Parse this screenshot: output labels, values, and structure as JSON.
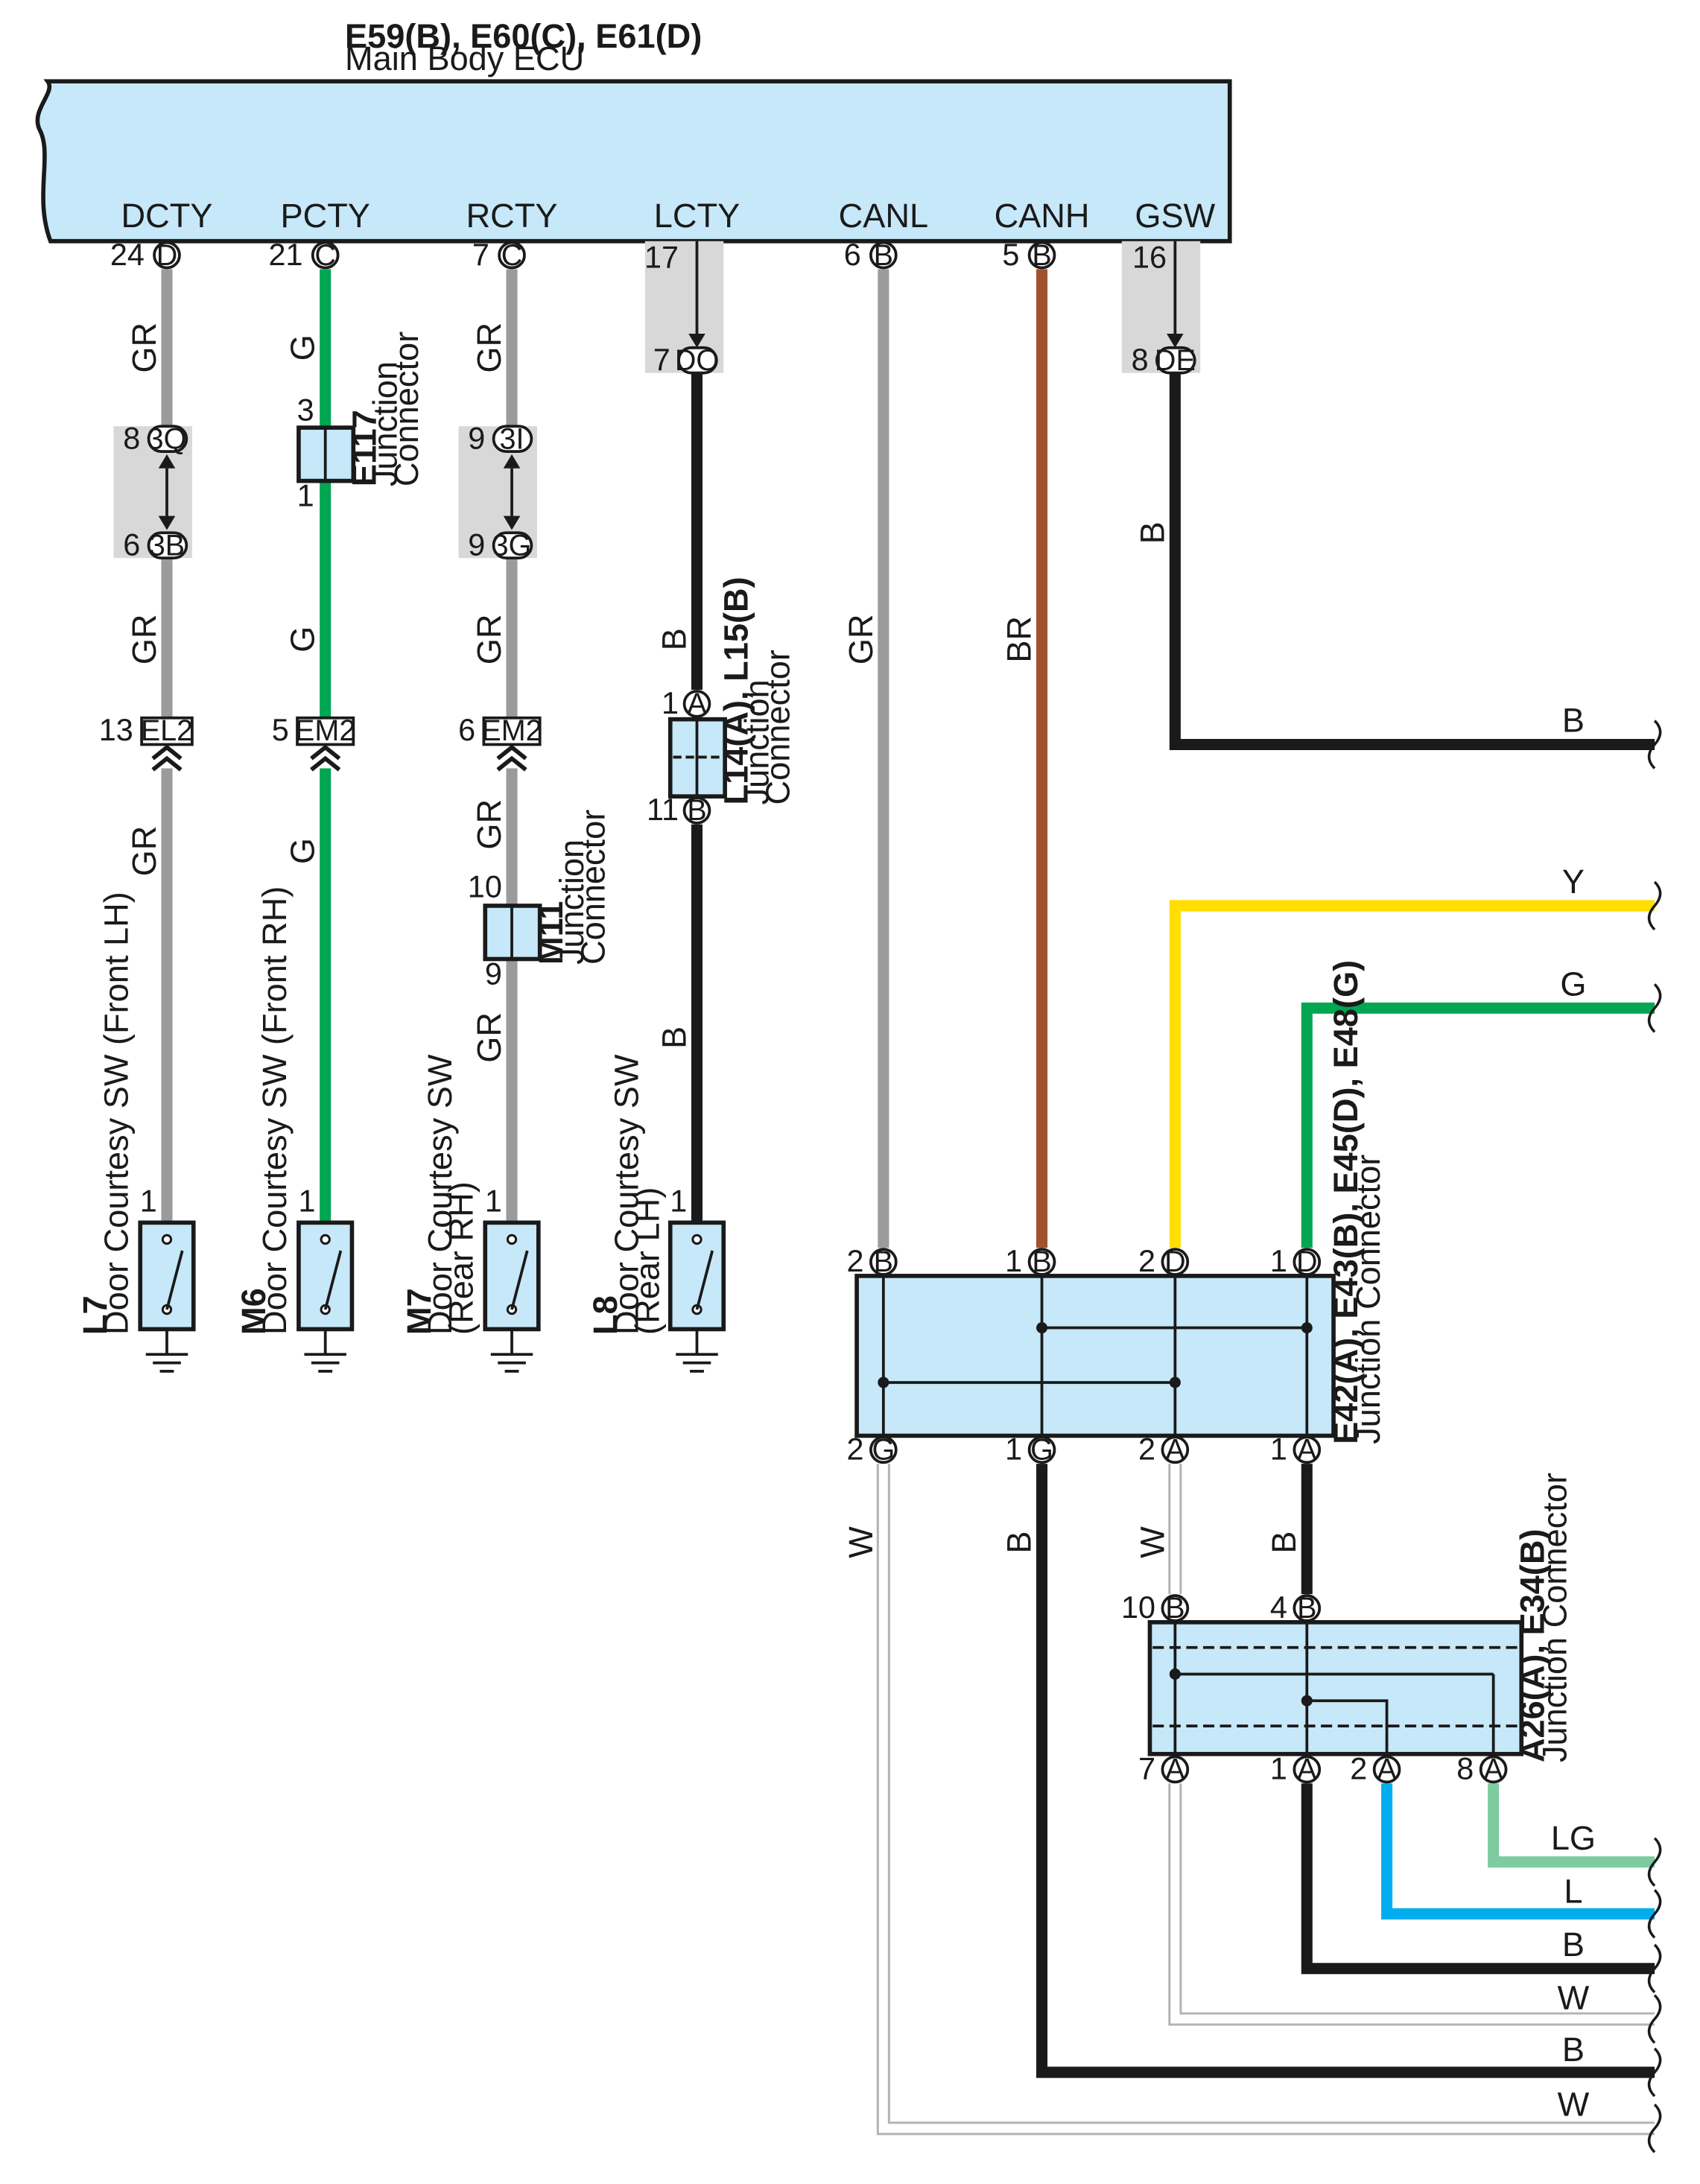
{
  "ecu": {
    "codes": "E59(B), E60(C), E61(D)",
    "name": "Main Body ECU",
    "terminals": [
      "DCTY",
      "PCTY",
      "RCTY",
      "LCTY",
      "CANL",
      "CANH",
      "GSW"
    ]
  },
  "pins": {
    "dcty": {
      "num": "24",
      "conn": "D"
    },
    "pcty": {
      "num": "21",
      "conn": "C"
    },
    "rcty": {
      "num": "7",
      "conn": "C"
    },
    "lcty_top": "17",
    "lcty_do_num": "7",
    "lcty_do": "DO",
    "canl": {
      "num": "6",
      "conn": "B"
    },
    "canh": {
      "num": "5",
      "conn": "B"
    },
    "gsw_top": "16",
    "gsw_de_num": "8",
    "gsw_de": "DE"
  },
  "connectors": {
    "c3q": {
      "num": "8",
      "label": "3Q"
    },
    "c3b": {
      "num": "6",
      "label": "3B"
    },
    "c3i": {
      "num": "9",
      "label": "3I"
    },
    "c3g": {
      "num": "9",
      "label": "3G"
    },
    "el2": {
      "num": "13",
      "label": "EL2"
    },
    "em2a": {
      "num": "5",
      "label": "EM2"
    },
    "em2b": {
      "num": "6",
      "label": "EM2"
    }
  },
  "e117": {
    "code": "E117",
    "line1": "Junction",
    "line2": "Connector",
    "pin_top": "3",
    "pin_bottom": "1"
  },
  "m11": {
    "code": "M11",
    "line1": "Junction",
    "line2": "Connector",
    "pin_top": "10",
    "pin_bottom": "9"
  },
  "l14": {
    "code": "L14(A), L15(B)",
    "line1": "Junction",
    "line2": "Connector",
    "pin_top": "1",
    "pin_top_conn": "A",
    "pin_bottom": "11",
    "pin_bottom_conn": "B"
  },
  "switches": [
    {
      "code": "L7",
      "line1": "Door Courtesy SW (Front LH)",
      "line2": "",
      "pin": "1"
    },
    {
      "code": "M6",
      "line1": "Door Courtesy SW (Front RH)",
      "line2": "",
      "pin": "1"
    },
    {
      "code": "M7",
      "line1": "Door Courtesy SW",
      "line2": "(Rear RH)",
      "pin": "1"
    },
    {
      "code": "L8",
      "line1": "Door Courtesy SW",
      "line2": "(Rear LH)",
      "pin": "1"
    }
  ],
  "jc_main": {
    "code": "E42(A), E43(B), E45(D), E48(G)",
    "name": "Junction Connector",
    "top_pins": [
      {
        "num": "2",
        "conn": "B"
      },
      {
        "num": "1",
        "conn": "B"
      },
      {
        "num": "2",
        "conn": "D"
      },
      {
        "num": "1",
        "conn": "D"
      }
    ],
    "bottom_pins": [
      {
        "num": "2",
        "conn": "G"
      },
      {
        "num": "1",
        "conn": "G"
      },
      {
        "num": "2",
        "conn": "A"
      },
      {
        "num": "1",
        "conn": "A"
      }
    ]
  },
  "jc_lower": {
    "code": "A26(A), E34(B)",
    "name": "Junction Connector",
    "top_pins": [
      {
        "num": "10",
        "conn": "B"
      },
      {
        "num": "4",
        "conn": "B"
      }
    ],
    "bottom_pins": [
      {
        "num": "7",
        "conn": "A"
      },
      {
        "num": "1",
        "conn": "A"
      },
      {
        "num": "2",
        "conn": "A"
      },
      {
        "num": "8",
        "conn": "A"
      }
    ]
  },
  "wire_labels": {
    "dcty_1": "GR",
    "dcty_2": "GR",
    "dcty_3": "GR",
    "pcty_1": "G",
    "pcty_2": "G",
    "pcty_3": "G",
    "rcty_1": "GR",
    "rcty_2": "GR",
    "rcty_3": "GR",
    "rcty_4": "GR",
    "lcty_1": "B",
    "lcty_2": "B",
    "canl": "GR",
    "canh": "BR",
    "gsw": "B",
    "gsw_out": "B",
    "y_out": "Y",
    "g_out": "G",
    "w_left": "W",
    "b_left": "B",
    "w_mid": "W",
    "b_mid": "B",
    "lg_out": "LG",
    "l_out": "L",
    "b_out1": "B",
    "w_out1": "W",
    "b_out2": "B",
    "w_out2": "W"
  },
  "colors": {
    "gray": "#9b9b9b",
    "green": "#00a651",
    "black": "#1a1a1a",
    "brown": "#a0522d",
    "yellow": "#ffde00",
    "blue": "#00aeef",
    "lightgreen": "#7dcba0",
    "white_wire": "#b4b4b4",
    "box_fill": "#c6e8f8",
    "shade": "#d8d8d8"
  }
}
